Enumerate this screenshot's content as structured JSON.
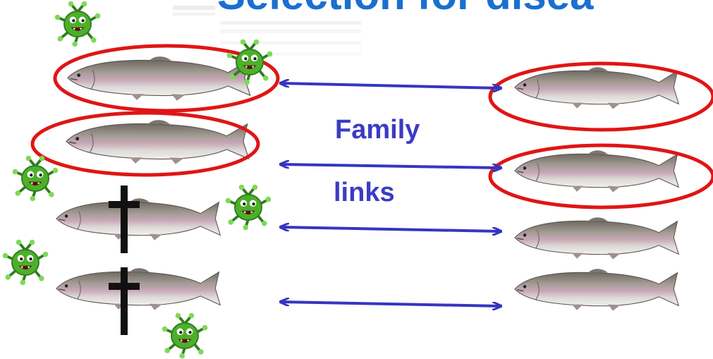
{
  "title": "Selection for disea",
  "labels": {
    "family": "Family",
    "links": "links"
  },
  "colors": {
    "title": "#1a6fd1",
    "label": "#3b3bc4",
    "arrow": "#3535c0",
    "ring": "#e01515",
    "cross": "#111111",
    "virus": "#4cb02a"
  },
  "icons": [
    "fish-icon",
    "virus-icon",
    "cross-icon",
    "double-arrow-icon",
    "ring-highlight"
  ],
  "fish": {
    "left_column_count": 4,
    "right_column_count": 4,
    "left_circled": [
      1,
      2
    ],
    "left_dead": [
      3,
      4
    ],
    "right_circled": [
      1,
      2
    ]
  }
}
